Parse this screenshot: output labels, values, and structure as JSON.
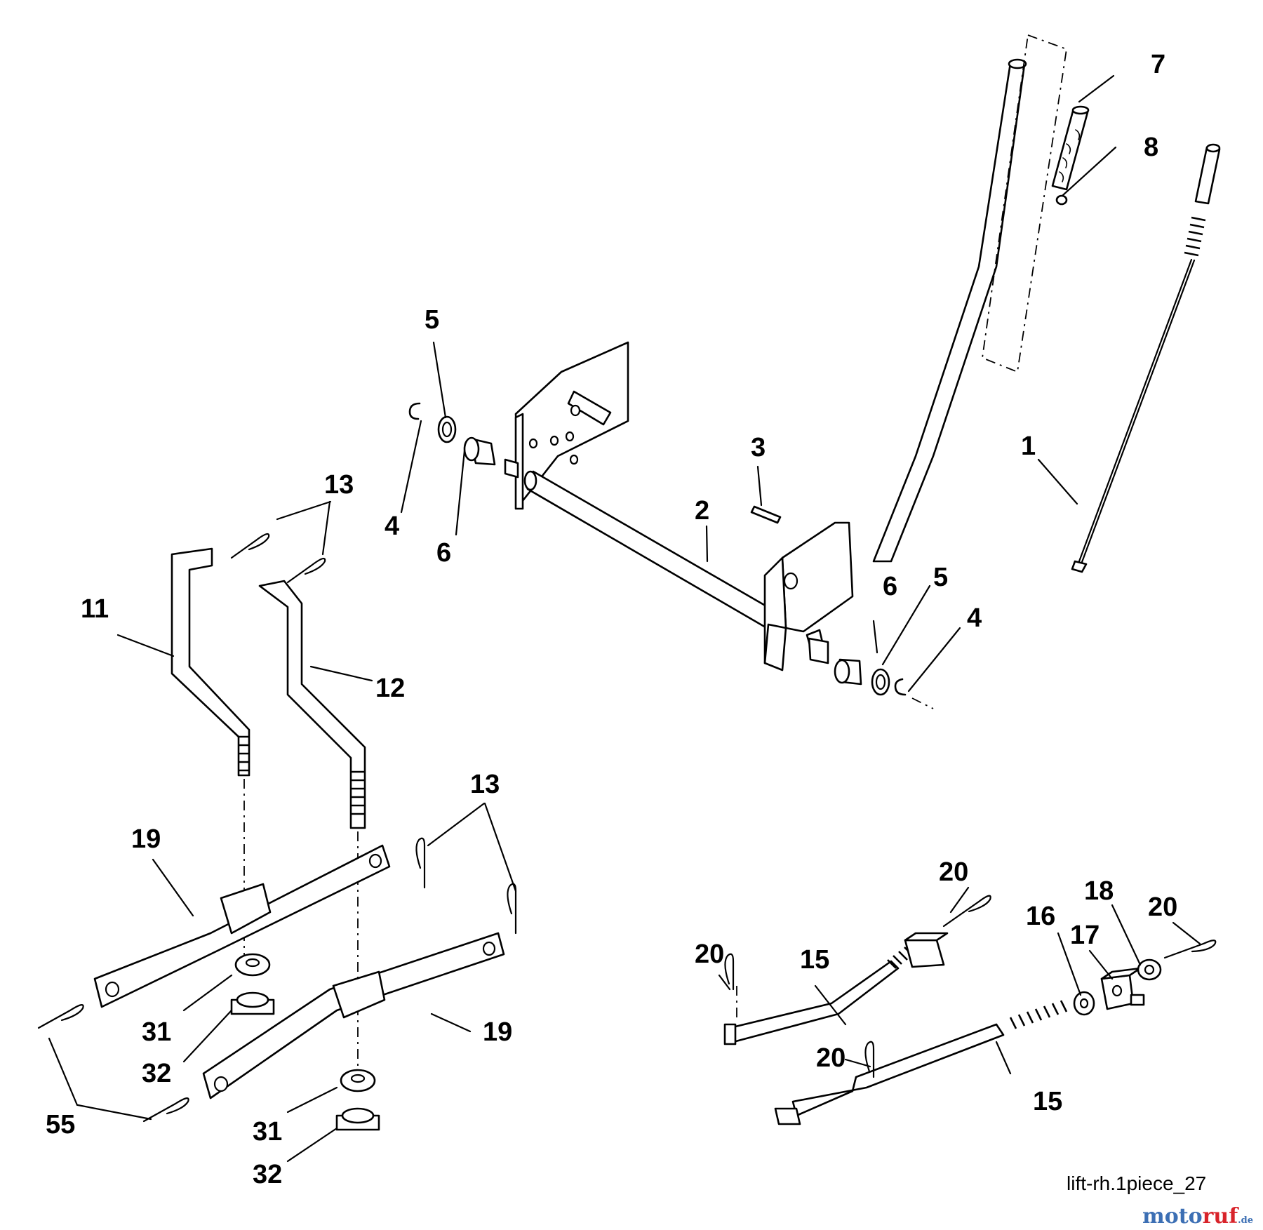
{
  "callouts": [
    {
      "id": "c1",
      "text": "1"
    },
    {
      "id": "c2",
      "text": "2"
    },
    {
      "id": "c3",
      "text": "3"
    },
    {
      "id": "c4a",
      "text": "4"
    },
    {
      "id": "c4b",
      "text": "4"
    },
    {
      "id": "c5a",
      "text": "5"
    },
    {
      "id": "c5b",
      "text": "5"
    },
    {
      "id": "c6a",
      "text": "6"
    },
    {
      "id": "c6b",
      "text": "6"
    },
    {
      "id": "c7",
      "text": "7"
    },
    {
      "id": "c8",
      "text": "8"
    },
    {
      "id": "c11",
      "text": "11"
    },
    {
      "id": "c12",
      "text": "12"
    },
    {
      "id": "c13a",
      "text": "13"
    },
    {
      "id": "c13b",
      "text": "13"
    },
    {
      "id": "c15a",
      "text": "15"
    },
    {
      "id": "c15b",
      "text": "15"
    },
    {
      "id": "c16",
      "text": "16"
    },
    {
      "id": "c17",
      "text": "17"
    },
    {
      "id": "c18",
      "text": "18"
    },
    {
      "id": "c19a",
      "text": "19"
    },
    {
      "id": "c19b",
      "text": "19"
    },
    {
      "id": "c20a",
      "text": "20"
    },
    {
      "id": "c20b",
      "text": "20"
    },
    {
      "id": "c20c",
      "text": "20"
    },
    {
      "id": "c20d",
      "text": "20"
    },
    {
      "id": "c31a",
      "text": "31"
    },
    {
      "id": "c31b",
      "text": "31"
    },
    {
      "id": "c32a",
      "text": "32"
    },
    {
      "id": "c32b",
      "text": "32"
    },
    {
      "id": "c55",
      "text": "55"
    }
  ],
  "drawing_code": "lift-rh.1piece_27",
  "watermark": {
    "part_a": "moto",
    "part_b": "ruf",
    "tld": ".de"
  }
}
